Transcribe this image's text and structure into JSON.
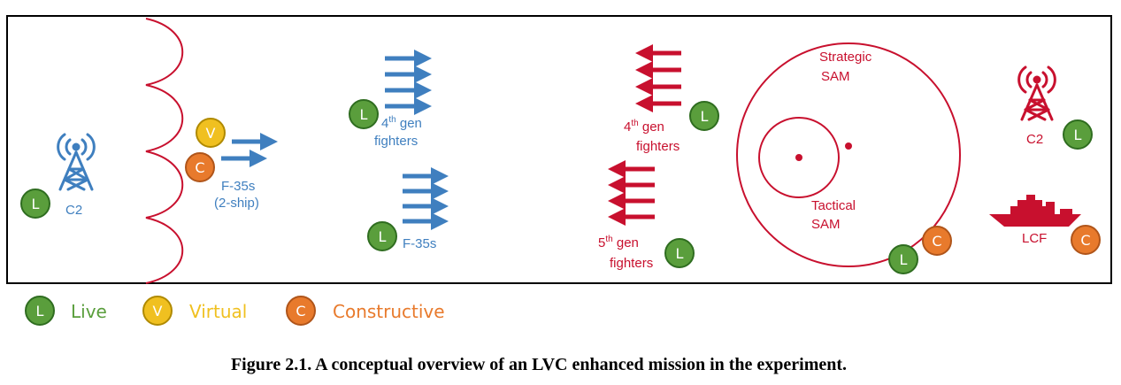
{
  "figure": {
    "caption": "Figure 2.1. A conceptual overview of an LVC enhanced mission in the experiment."
  },
  "badge_letters": {
    "live": "L",
    "virtual": "V",
    "constructive": "C"
  },
  "colors": {
    "blue": "#3f7fbf",
    "red": "#c8102e",
    "live": "#5a9e3c",
    "virtual": "#f0c020",
    "constructive": "#e87a2c",
    "border": "#000000"
  },
  "icons": {
    "friendly_c2": "radio-tower-icon",
    "enemy_c2": "radio-tower-icon",
    "lcf": "warship-icon",
    "arrows": "arrow-right-icon"
  },
  "friendly": {
    "c2": {
      "label": "C2"
    },
    "f35_2ship": {
      "line1": "F-35s",
      "line2": "(2-ship)"
    },
    "fighters_4gen": {
      "num": "4",
      "sup": "th",
      "rest": " gen",
      "line2": "fighters"
    },
    "f35s": {
      "label": "F-35s"
    }
  },
  "enemy": {
    "fighters_4gen": {
      "num": "4",
      "sup": "th",
      "rest": " gen",
      "line2": "fighters"
    },
    "fighters_5gen": {
      "num": "5",
      "sup": "th",
      "rest": " gen",
      "line2": "fighters"
    },
    "strategic_sam": {
      "line1": "Strategic",
      "line2": "SAM"
    },
    "tactical_sam": {
      "line1": "Tactical",
      "line2": "SAM"
    },
    "c2": {
      "label": "C2"
    },
    "lcf": {
      "label": "LCF"
    }
  },
  "legend": [
    {
      "letter": "L",
      "label": "Live"
    },
    {
      "letter": "V",
      "label": "Virtual"
    },
    {
      "letter": "C",
      "label": "Constructive"
    }
  ]
}
